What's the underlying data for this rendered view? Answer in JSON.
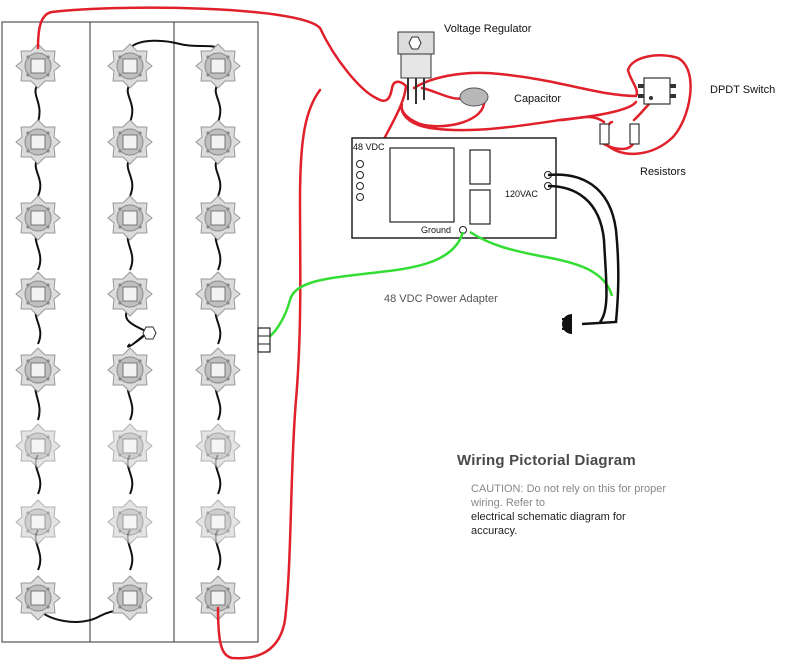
{
  "labels": {
    "voltage_regulator": "Voltage Regulator",
    "dpdt_switch": "DPDT Switch",
    "capacitor": "Capacitor",
    "resistors": "Resistors",
    "vdc_48": "48 VDC",
    "vac_120": "120VAC",
    "ground": "Ground",
    "power_adapter": "48 VDC Power Adapter"
  },
  "title": "Wiring Pictorial Diagram",
  "caution": {
    "part1": "CAUTION:  Do not rely on this for proper wiring.  Refer to",
    "part2": "electrical schematic diagram for accuracy."
  },
  "led_strips": {
    "count": 3,
    "leds_per_strip": 8
  },
  "colors": {
    "positive_wire": "#e0202a",
    "ground_wire": "#33dd33",
    "led_chain_wire": "#111111",
    "board_outline": "#333333"
  }
}
